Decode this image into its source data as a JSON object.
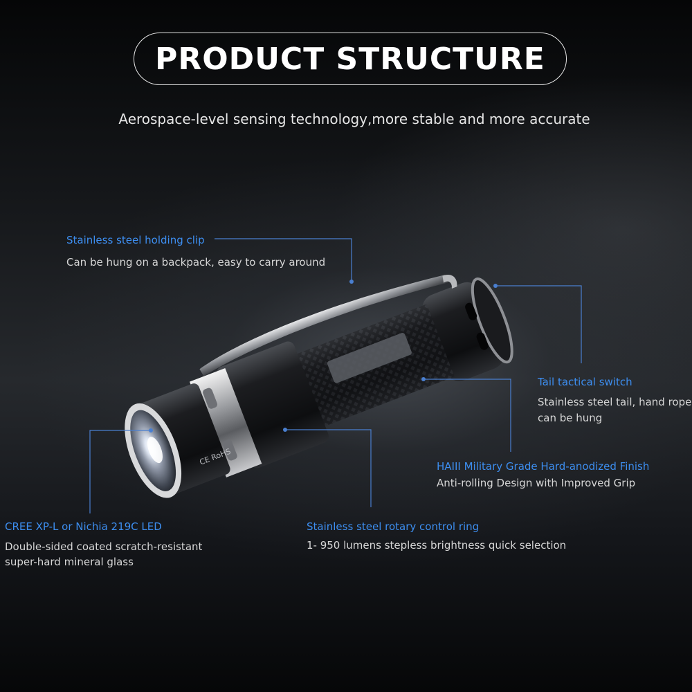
{
  "header": {
    "title": "PRODUCT STRUCTURE",
    "subtitle": "Aerospace-level sensing technology,more stable and more accurate"
  },
  "callouts": {
    "clip": {
      "title": "Stainless steel holding clip",
      "desc": "Can be hung on a backpack, easy to carry around"
    },
    "tail": {
      "title": "Tail tactical switch",
      "desc_line1": "Stainless steel tail, hand rope",
      "desc_line2": "can be hung"
    },
    "finish": {
      "title": "HAIII Military Grade Hard-anodized Finish",
      "desc": "Anti-rolling Design with Improved Grip"
    },
    "led": {
      "title": "CREE XP-L or Nichia 219C LED",
      "desc_line1": "Double-sided coated scratch-resistant",
      "desc_line2": "super-hard mineral glass"
    },
    "ring": {
      "title": "Stainless steel rotary control ring",
      "desc": "1- 950 lumens stepless brightness quick selection"
    }
  },
  "product": {
    "markings": "CE RoHS"
  },
  "colors": {
    "accent_blue": "#3d8ef0",
    "callout_line": "#4a7fd0",
    "background": "#07080a"
  }
}
